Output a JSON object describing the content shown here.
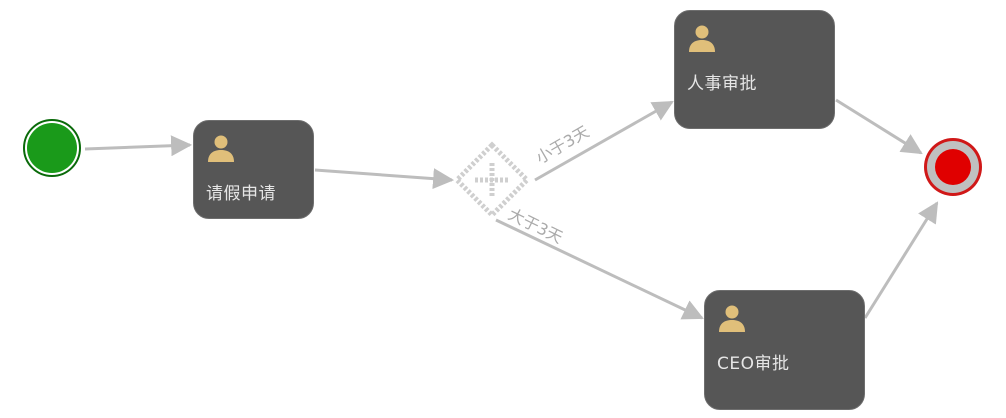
{
  "colors": {
    "start_fill": "#1a9a1a",
    "start_ring": "#0a6a0a",
    "end_fill": "#e00000",
    "end_ring": "#d01818",
    "end_ring_inner": "#c0c0c0",
    "task_fill": "#565656",
    "edge": "#bdbdbd",
    "gateway": "#cfcfcf",
    "user_icon": "#e0bf7a"
  },
  "nodes": {
    "start": {
      "icon": "start-event"
    },
    "apply": {
      "label": "请假申请",
      "icon": "user-icon"
    },
    "gateway": {
      "icon": "exclusive-gateway"
    },
    "hr": {
      "label": "人事审批",
      "icon": "user-icon"
    },
    "ceo": {
      "label": "CEO审批",
      "icon": "user-icon"
    },
    "end": {
      "icon": "end-event"
    }
  },
  "edges": {
    "to_hr": {
      "label": "小于3天"
    },
    "to_ceo": {
      "label": "大于3天"
    }
  }
}
